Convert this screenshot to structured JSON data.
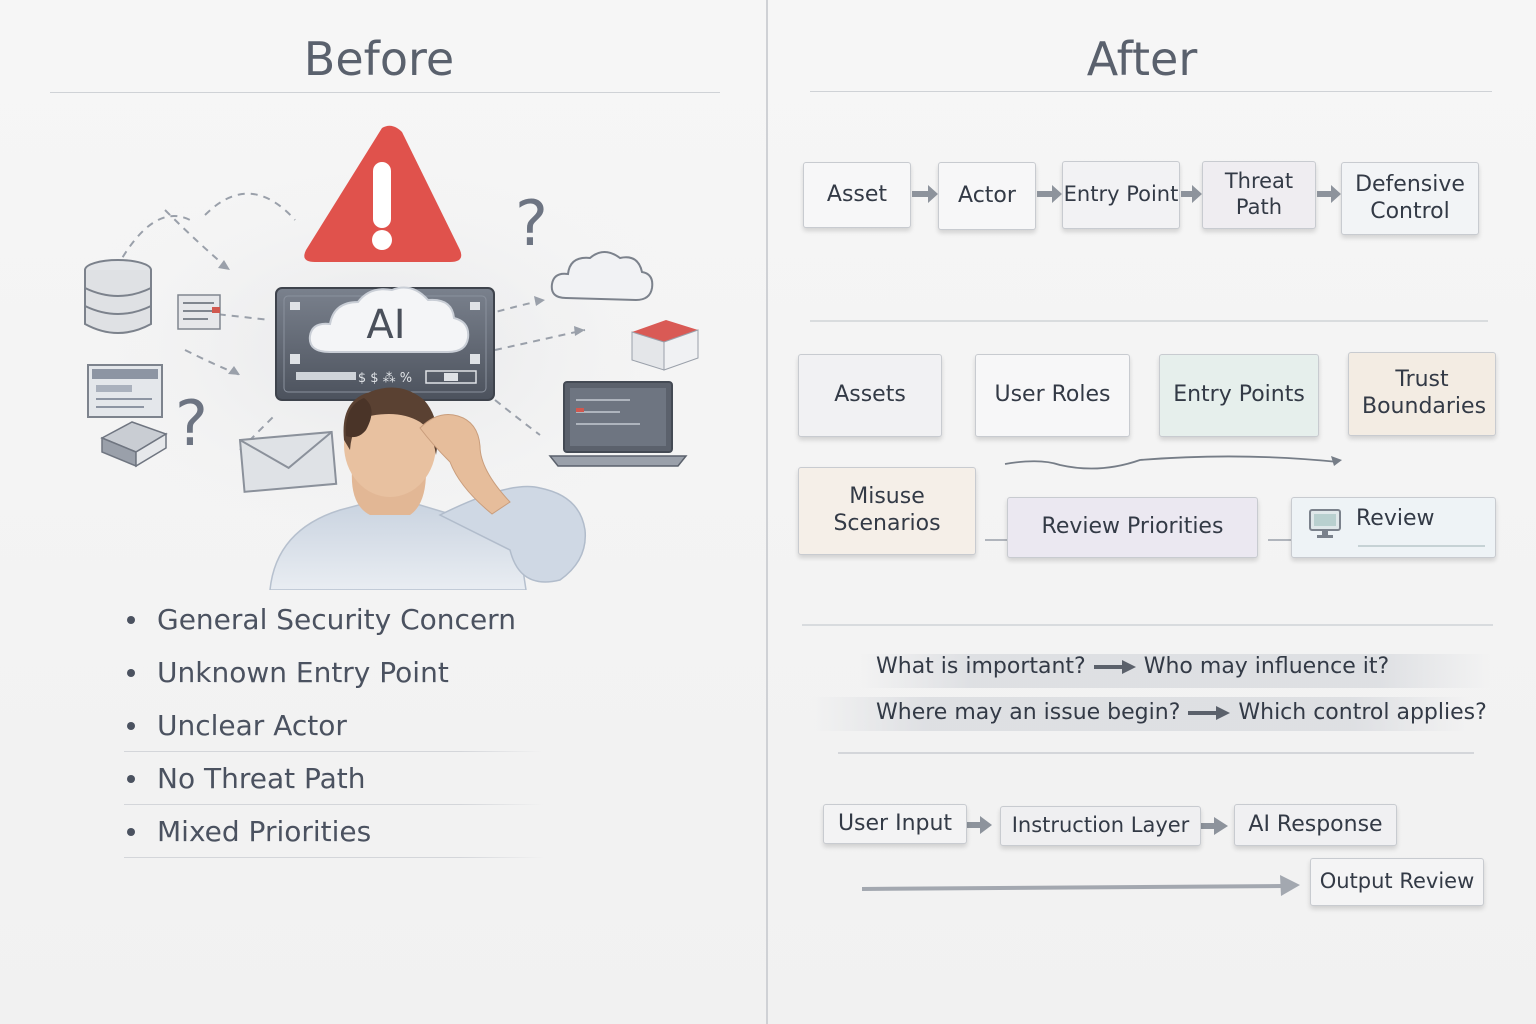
{
  "before": {
    "title": "Before",
    "illustration": {
      "ai_label": "AI",
      "panel_code": "$ $ ⁂ %"
    },
    "bullets": [
      "General Security Concern",
      "Unknown Entry Point",
      "Unclear Actor",
      "No Threat Path",
      "Mixed Priorities"
    ]
  },
  "after": {
    "title": "After",
    "flow1": [
      "Asset",
      "Actor",
      "Entry Point",
      "Threat Path",
      "Defensive Control"
    ],
    "grid": {
      "assets": "Assets",
      "user_roles": "User Roles",
      "entry_points": "Entry Points",
      "trust_boundaries": "Trust Boundaries",
      "misuse_scenarios": "Misuse Scenarios",
      "review_priorities": "Review Priorities",
      "review": "Review"
    },
    "questions": {
      "row1": [
        "What is important?",
        "Who may influence it?"
      ],
      "row2": [
        "Where may an issue begin?",
        "Which control applies?"
      ]
    },
    "flow2": {
      "user_input": "User Input",
      "instruction_layer": "Instruction Layer",
      "ai_response": "AI Response",
      "output_review": "Output Review"
    }
  },
  "colors": {
    "warning_red": "#e0524c",
    "panel_steel": "#5e6573",
    "boundary_tan": "#f3ece3",
    "entry_green": "#e6efec",
    "priority_lavender": "#ebe8f1",
    "review_blue": "#eef3f6"
  },
  "icons": [
    "warning-icon",
    "question-icon",
    "database-icon",
    "cloud-icon",
    "laptop-icon",
    "envelope-icon",
    "books-icon",
    "document-icon",
    "box-icon",
    "monitor-icon",
    "arrow-icon"
  ]
}
